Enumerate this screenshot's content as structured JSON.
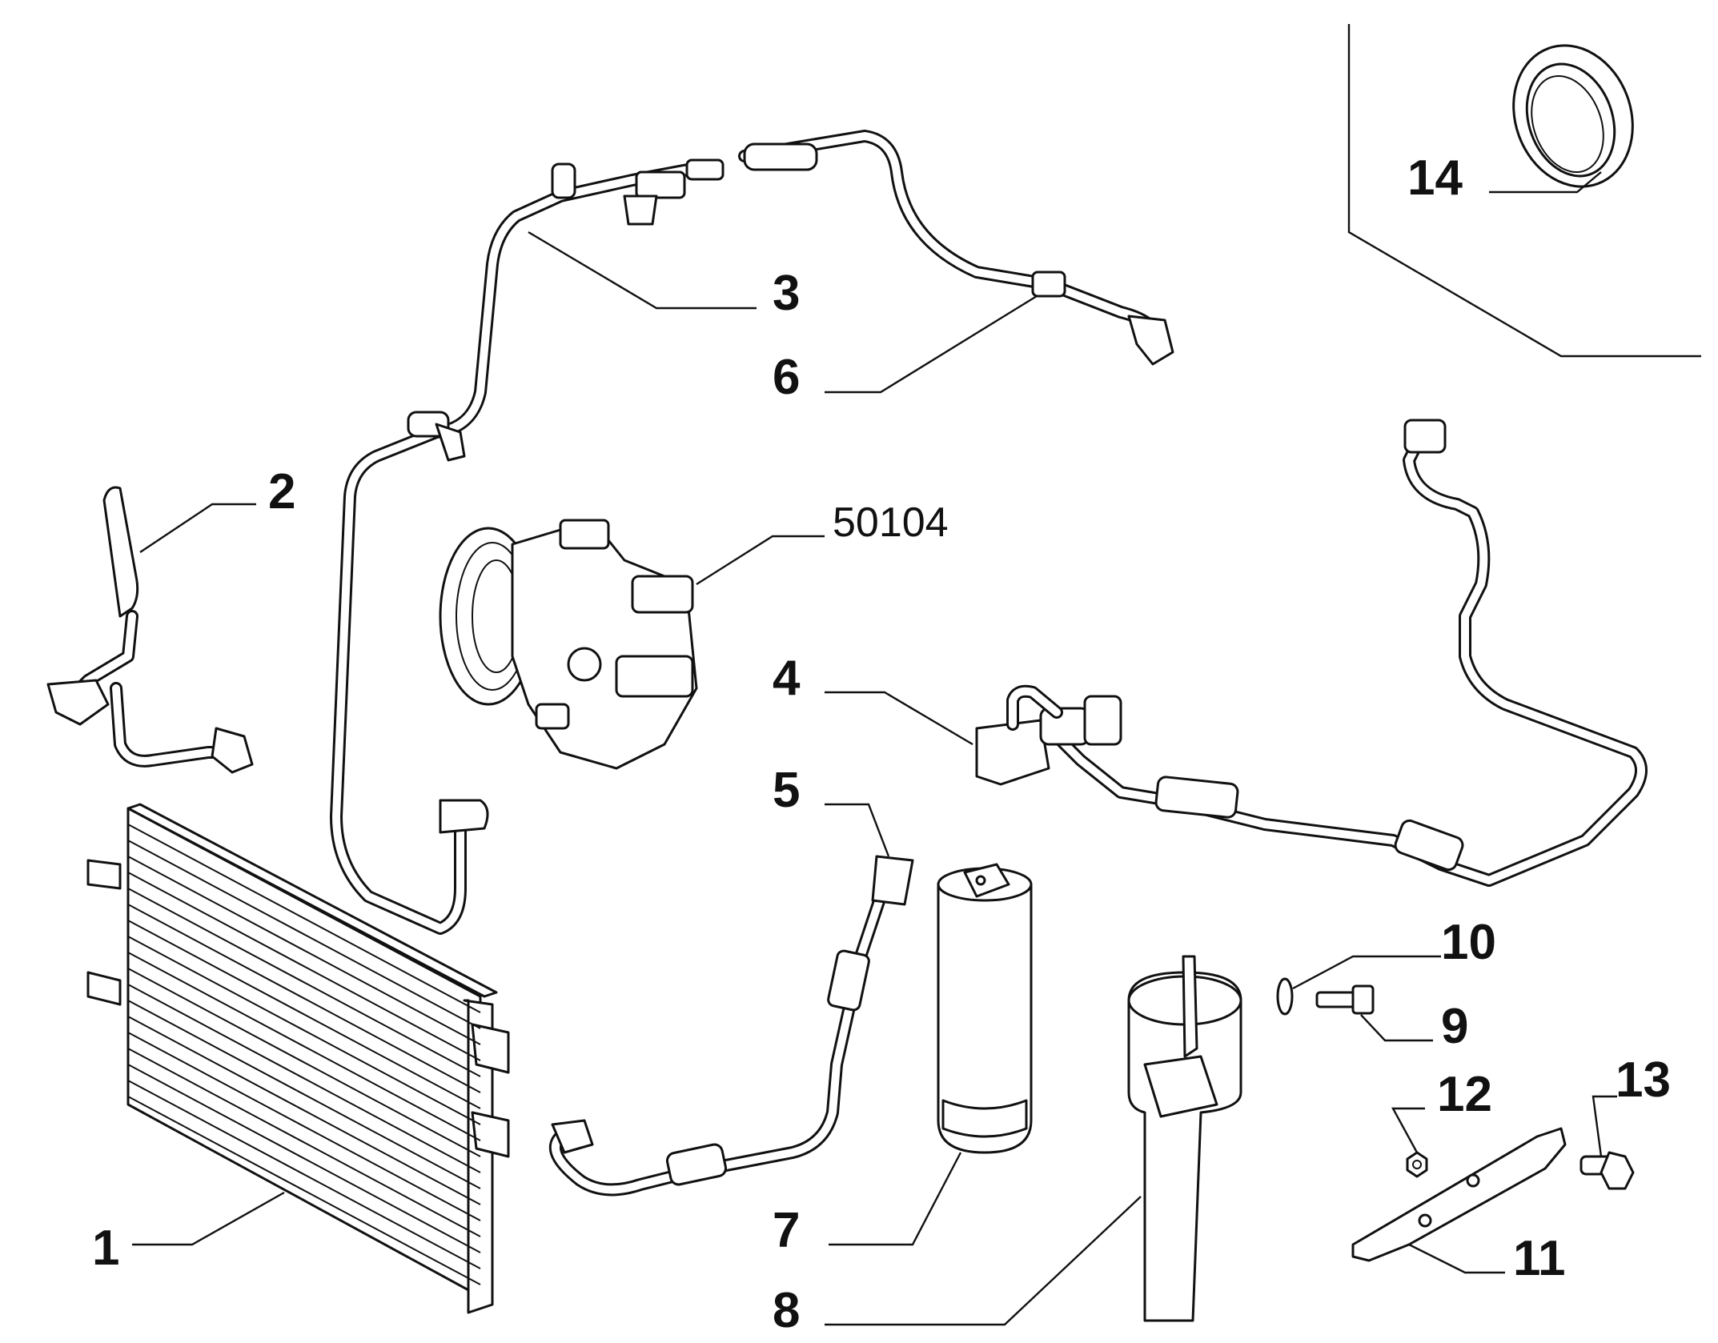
{
  "callouts": {
    "c1": "1",
    "c2": "2",
    "c3": "3",
    "c4": "4",
    "c5": "5",
    "c6": "6",
    "c7": "7",
    "c8": "8",
    "c9": "9",
    "c10": "10",
    "c11": "11",
    "c12": "12",
    "c13": "13",
    "c14": "14",
    "compressor": "50104"
  }
}
